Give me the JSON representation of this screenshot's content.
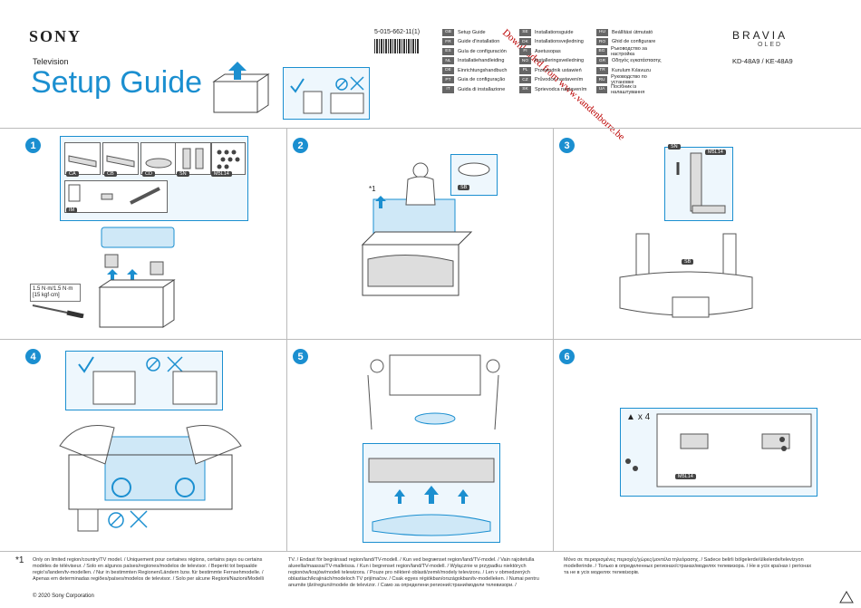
{
  "header": {
    "brand": "SONY",
    "category": "Television",
    "title": "Setup Guide",
    "part_number": "5-015-662-11(1)",
    "product_line": "BRAVIA",
    "sub_line": "OLED",
    "models": "KD-48A9 / KE-48A9"
  },
  "languages": [
    {
      "code": "GB",
      "name": "Setup Guide"
    },
    {
      "code": "FR",
      "name": "Guide d'installation"
    },
    {
      "code": "ES",
      "name": "Guía de configuración"
    },
    {
      "code": "NL",
      "name": "Installatiehandleiding"
    },
    {
      "code": "DE",
      "name": "Einrichtungshandbuch"
    },
    {
      "code": "PT",
      "name": "Guia de configuração"
    },
    {
      "code": "IT",
      "name": "Guida di installazione"
    },
    {
      "code": "SE",
      "name": "Installationsguide"
    },
    {
      "code": "DK",
      "name": "Installationsvejledning"
    },
    {
      "code": "FI",
      "name": "Asetusopas"
    },
    {
      "code": "NO",
      "name": "Installeringsveiledning"
    },
    {
      "code": "PL",
      "name": "Przewodnik ustawień"
    },
    {
      "code": "CZ",
      "name": "Průvodce nastavením"
    },
    {
      "code": "SK",
      "name": "Sprievodca nastavením"
    },
    {
      "code": "HU",
      "name": "Beállítási útmutató"
    },
    {
      "code": "RO",
      "name": "Ghid de configurare"
    },
    {
      "code": "BG",
      "name": "Ръководство за настройка"
    },
    {
      "code": "GR",
      "name": "Οδηγός εγκατάστασης"
    },
    {
      "code": "TR",
      "name": "Kurulum Kılavuzu"
    },
    {
      "code": "RU",
      "name": "Руководство по установке"
    },
    {
      "code": "UA",
      "name": "Посібник із налаштування"
    }
  ],
  "watermark": "Downloaded from www.vandenborre.be",
  "steps": [
    "1",
    "2",
    "3",
    "4",
    "5",
    "6"
  ],
  "parts": [
    "CA",
    "CB",
    "CD",
    "SN",
    "M5L14",
    "IM"
  ],
  "torque": "1.5 N·m/1.5 N·m [15 kgf·cm]",
  "sb_label": "SB",
  "sn_label": "SN",
  "m5_label": "M5L14",
  "times4": "x 4",
  "footnote_mark": "*1",
  "footnote_star": "*1",
  "footnotes": {
    "col1": "Only on limited region/country/TV model. / Uniquement pour certaines régions, certains pays ou certains modèles de téléviseur. / Solo en algunos países/regiones/modelos de televisor. / Beperkt tot bepaalde regio's/landen/tv-modellen. / Nur in bestimmten Regionen/Ländern bzw. für bestimmte Fernsehmodelle. / Apenas em determinadas regiões/países/modelos de televisor. / Solo per alcune Regioni/Nazioni/Modelli",
    "col2": "TV. / Endast för begränsad region/land/TV-modell. / Kun ved begrænset region/land/TV-model. / Vain rajoitetulla alueella/maassa/TV-malleissa. / Kun i begrenset region/land/TV-modell. / Wyłącznie w przypadku niektórych regionów/krajów/modeli telewizora. / Pouze pro některé oblasti/země/modely televizoru. / Len v obmedzených oblastiach/krajinách/modeloch TV prijímačov. / Csak egyes régiókban/országokban/tv-modelleken. / Numai pentru anumite țări/regiuni/modele de televizor. / Само за определени региони/страни/модели телевизори. /",
    "col3": "Μόνο σε περιορισμένες περιοχές/χώρες/μοντέλα τηλεόρασης. / Sadece belirli bölgelerde/ülkelerde/televizyon modellerinde. / Только в определенных регионах/странах/моделях телевизора. / Не в усіх країнах і регіонах та не в усіх моделях телевізорів."
  },
  "copyright": "© 2020 Sony Corporation"
}
